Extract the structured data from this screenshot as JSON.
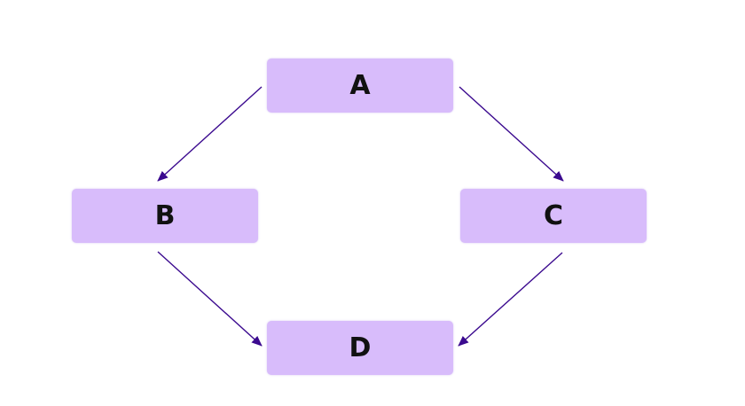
{
  "colors": {
    "node_fill": "#d8bcfb",
    "edge": "#3b0a8f",
    "background": "#ffffff"
  },
  "nodes": [
    {
      "id": "A",
      "label": "A"
    },
    {
      "id": "B",
      "label": "B"
    },
    {
      "id": "C",
      "label": "C"
    },
    {
      "id": "D",
      "label": "D"
    }
  ],
  "edges": [
    {
      "from": "A",
      "to": "B"
    },
    {
      "from": "A",
      "to": "C"
    },
    {
      "from": "B",
      "to": "D"
    },
    {
      "from": "C",
      "to": "D"
    }
  ]
}
